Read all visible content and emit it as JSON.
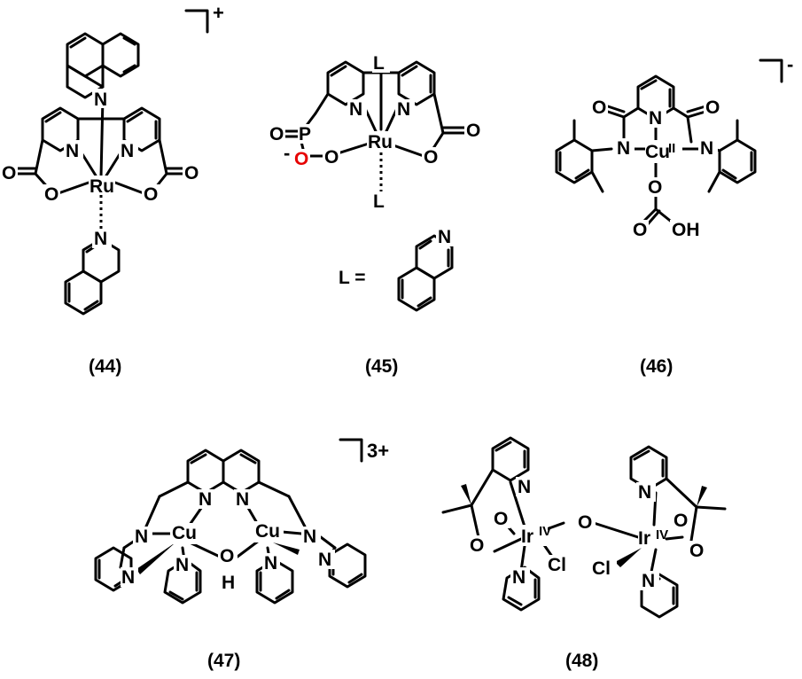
{
  "compounds": [
    {
      "label": "(44)",
      "charge": "+",
      "metal": "Ru"
    },
    {
      "label": "(45)",
      "metal": "Ru",
      "ligand_symbol": "L",
      "ligand_def": "L =",
      "anion_oxygen_color": "#e60000"
    },
    {
      "label": "(46)",
      "charge": "-",
      "metal": "Cu",
      "oxidation": "II"
    },
    {
      "label": "(47)",
      "charge": "3+",
      "metal": "Cu"
    },
    {
      "label": "(48)",
      "metal": "Ir",
      "oxidation": "IV"
    }
  ],
  "atoms": {
    "N": "N",
    "O": "O",
    "P": "P",
    "H": "H",
    "Cl": "Cl",
    "OH": "OH",
    "minus": "-"
  },
  "colors": {
    "bond": "#000000",
    "highlight": "#e60000"
  }
}
